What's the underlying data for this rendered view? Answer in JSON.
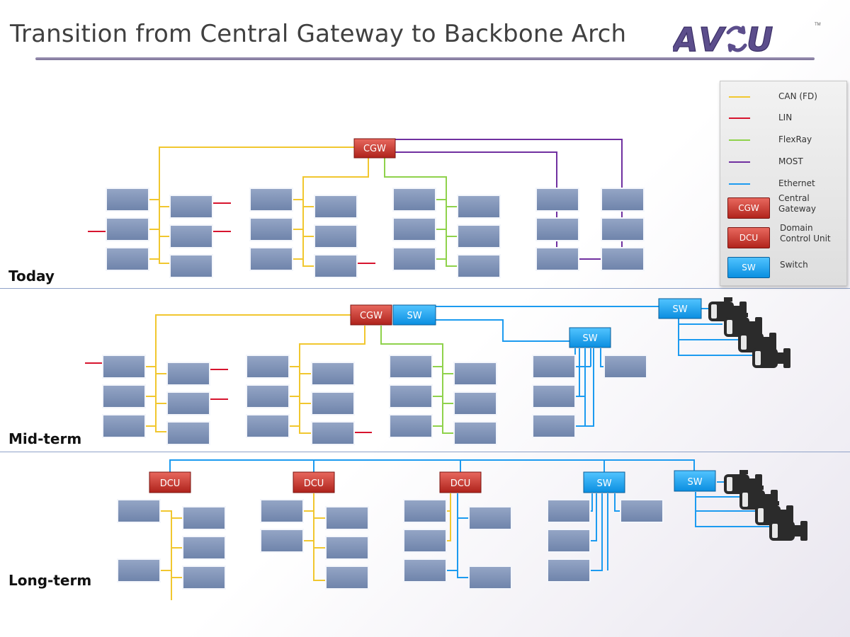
{
  "title": "Transition from Central Gateway to Backbone Arch",
  "logo_text": "AVNU",
  "stages": [
    {
      "label": "Today"
    },
    {
      "label": "Mid-term"
    },
    {
      "label": "Long-term"
    }
  ],
  "nodes": {
    "cgw": "CGW",
    "sw": "SW",
    "dcu": "DCU"
  },
  "legend": {
    "can": "CAN (FD)",
    "lin": "LIN",
    "flexray": "FlexRay",
    "most": "MOST",
    "ethernet": "Ethernet",
    "cgw_box": "CGW",
    "cgw_text_1": "Central",
    "cgw_text_2": "Gateway",
    "dcu_box": "DCU",
    "dcu_text_1": "Domain",
    "dcu_text_2": "Control Unit",
    "sw_box": "SW",
    "sw_text": "Switch"
  },
  "colors": {
    "can": "#f1c72f",
    "lin": "#d7142e",
    "flexray": "#8fd24b",
    "most": "#7030a0",
    "ethernet": "#1c9bf0",
    "ecu": "#7f93b6",
    "gateway": "#c0392b",
    "switch": "#1aa3f4"
  }
}
